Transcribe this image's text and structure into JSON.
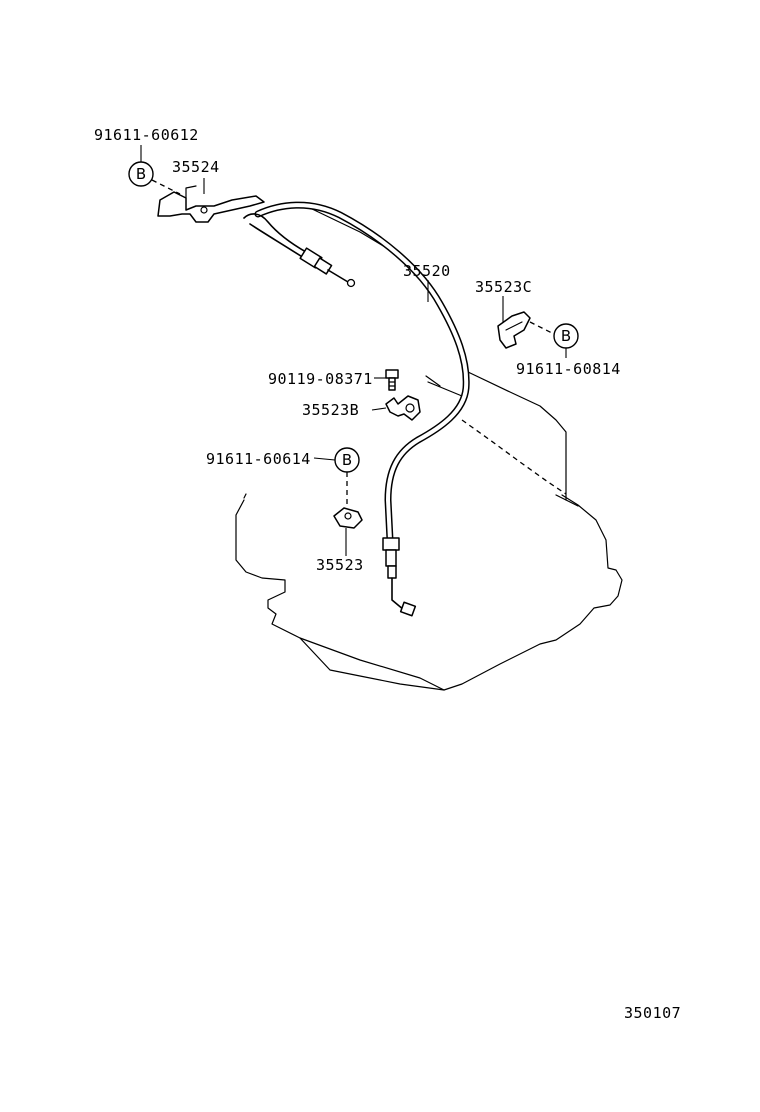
{
  "diagram": {
    "figure_number": "350107",
    "callout_letter": "B",
    "parts": [
      {
        "number": "91611-60612"
      },
      {
        "number": "35524"
      },
      {
        "number": "35520"
      },
      {
        "number": "35523C"
      },
      {
        "number": "91611-60814"
      },
      {
        "number": "90119-08371"
      },
      {
        "number": "35523B"
      },
      {
        "number": "91611-60614"
      },
      {
        "number": "35523"
      }
    ]
  }
}
